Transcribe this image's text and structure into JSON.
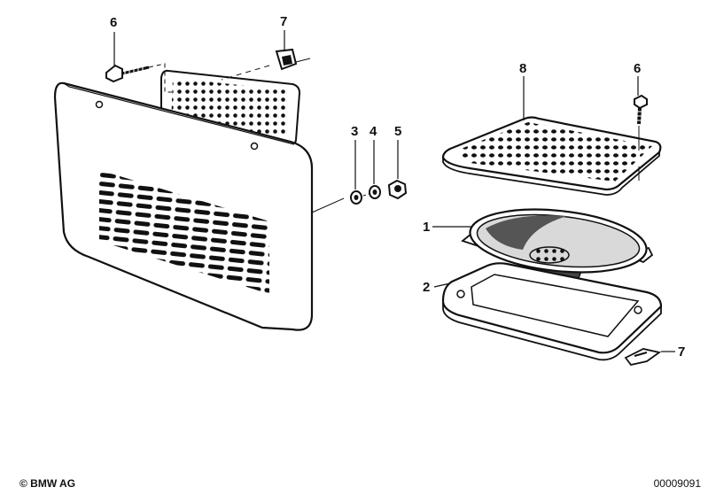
{
  "callouts": {
    "screw_left": "6",
    "clip_top": "7",
    "washer": "3",
    "lock_washer": "4",
    "nut": "5",
    "grille_right": "8",
    "screw_right": "6",
    "speaker": "1",
    "frame": "2",
    "clip_bottom": "7"
  },
  "footer": {
    "copyright": "© BMW AG",
    "document_number": "00009091"
  },
  "colors": {
    "ink": "#111111",
    "paper": "#ffffff",
    "shade": "#d9d9d9"
  }
}
